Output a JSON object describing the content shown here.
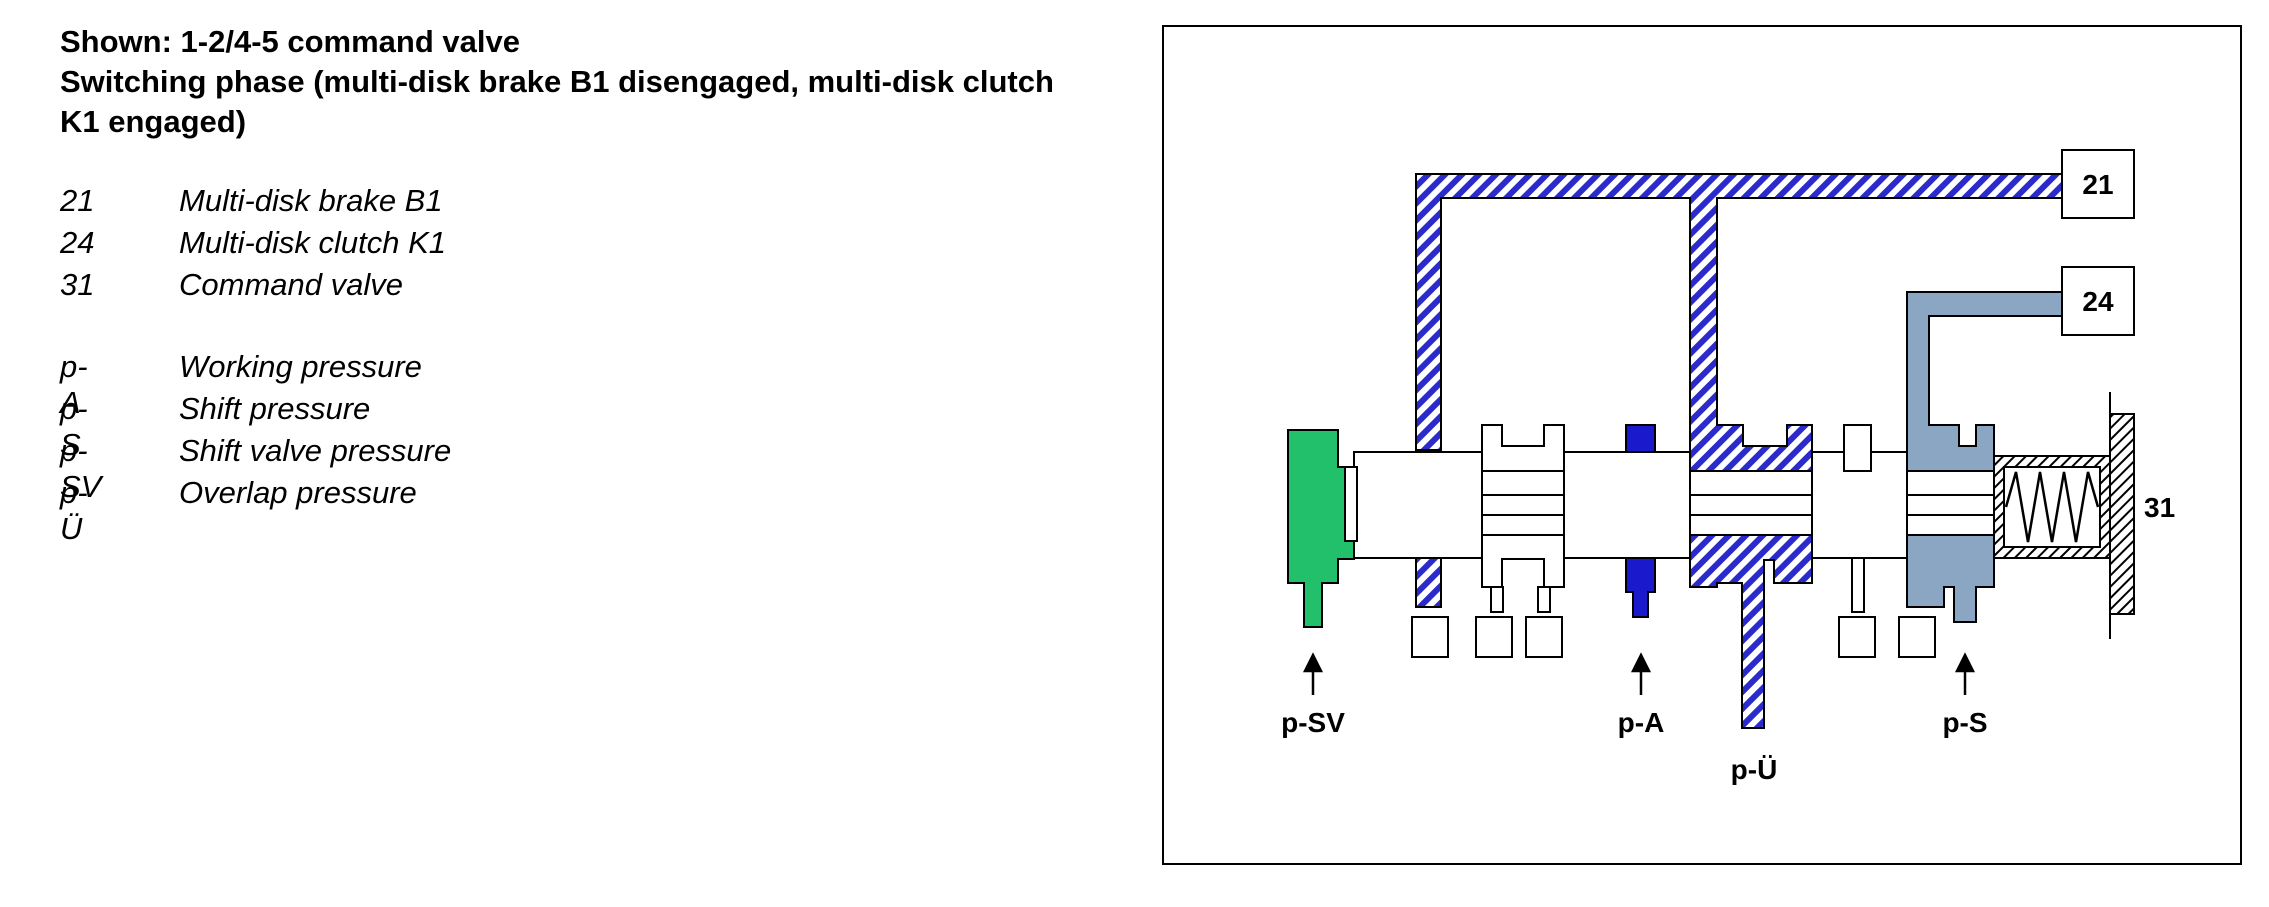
{
  "heading": {
    "line1": "Shown: 1-2/4-5 command valve",
    "line2": "Switching phase (multi-disk brake B1 disengaged, multi-disk clutch K1 engaged)"
  },
  "legend": {
    "components": [
      {
        "code": "21",
        "desc": "Multi-disk brake B1"
      },
      {
        "code": "24",
        "desc": "Multi-disk clutch K1"
      },
      {
        "code": "31",
        "desc": "Command valve"
      }
    ],
    "pressures": [
      {
        "code": "p-A",
        "desc": "Working pressure"
      },
      {
        "code": "p-S",
        "desc": "Shift pressure"
      },
      {
        "code": "p-SV",
        "desc": "Shift valve pressure"
      },
      {
        "code": "p-Ü",
        "desc": "Overlap pressure"
      }
    ]
  },
  "diagram": {
    "box_21": "21",
    "box_24": "24",
    "label_31": "31",
    "label_psv": "p-SV",
    "label_pa": "p-A",
    "label_ps": "p-S",
    "label_pu": "p-Ü",
    "colors": {
      "hatch_blue": "#2b2bcc",
      "shift_valve_green": "#22c06a",
      "working_blue": "#1a1acc",
      "shift_gray_blue": "#8aa6c2",
      "outline": "#000000"
    }
  }
}
